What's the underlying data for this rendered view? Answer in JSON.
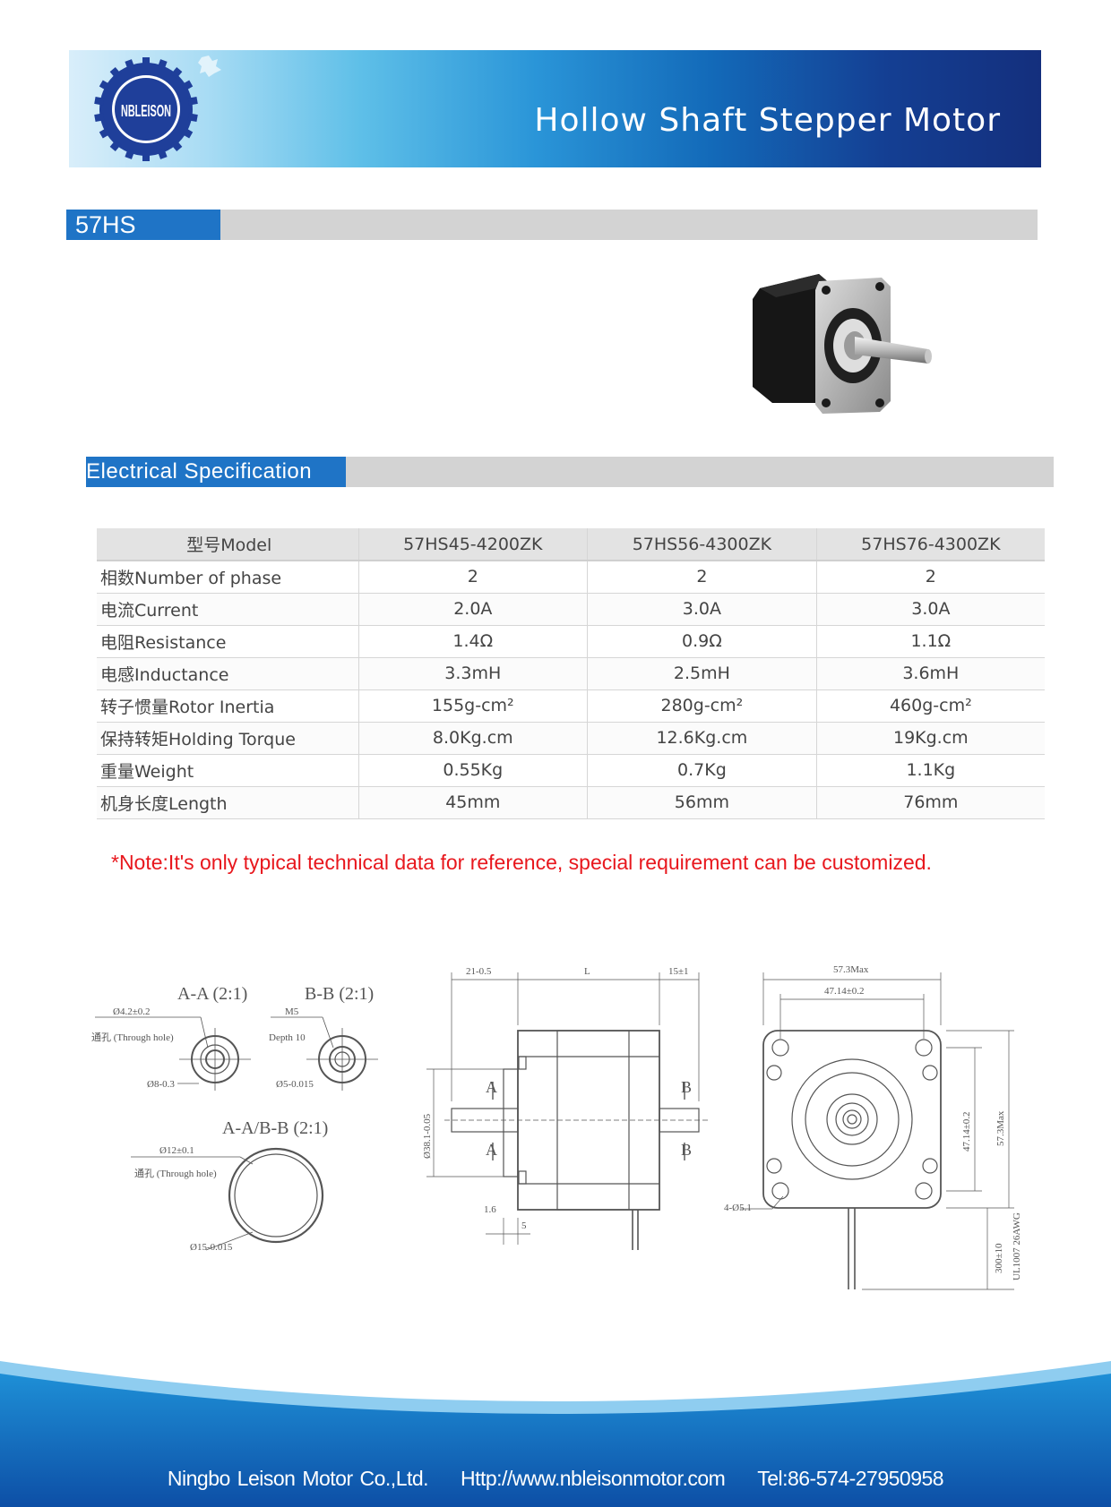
{
  "header": {
    "logo_text": "NBLEISON",
    "title": "Hollow Shaft Stepper Motor"
  },
  "series": {
    "name": "57HS"
  },
  "electrical": {
    "section_title": "Electrical Specification",
    "columns": [
      "型号Model",
      "57HS45-4200ZK",
      "57HS56-4300ZK",
      "57HS76-4300ZK"
    ],
    "rows": [
      {
        "label": "相数Number of phase",
        "values": [
          "2",
          "2",
          "2"
        ]
      },
      {
        "label": "电流Current",
        "values": [
          "2.0A",
          "3.0A",
          "3.0A"
        ]
      },
      {
        "label": "电阻Resistance",
        "values": [
          "1.4Ω",
          "0.9Ω",
          "1.1Ω"
        ]
      },
      {
        "label": "电感Inductance",
        "values": [
          "3.3mH",
          "2.5mH",
          "3.6mH"
        ]
      },
      {
        "label": "转子惯量Rotor Inertia",
        "values": [
          "155g-cm²",
          "280g-cm²",
          "460g-cm²"
        ]
      },
      {
        "label": "保持转矩Holding Torque",
        "values": [
          "8.0Kg.cm",
          "12.6Kg.cm",
          "19Kg.cm"
        ]
      },
      {
        "label": "重量Weight",
        "values": [
          "0.55Kg",
          "0.7Kg",
          "1.1Kg"
        ]
      },
      {
        "label": "机身长度Length",
        "values": [
          "45mm",
          "56mm",
          "76mm"
        ]
      }
    ]
  },
  "note": "*Note:It's only typical technical data for reference, special requirement can be customized.",
  "drawing": {
    "aa": "A-A (2:1)",
    "bb": "B-B (2:1)",
    "aabb": "A-A/B-B (2:1)",
    "aa_dim1": "Ø4.2±0.2",
    "aa_dim2": "通孔 (Through hole)",
    "aa_dim3": "Ø8-0.3",
    "bb_dim1": "M5",
    "bb_dim2": "Depth 10",
    "bb_dim3": "Ø5-0.015",
    "aabb_dim1": "Ø12±0.1",
    "aabb_dim2": "通孔 (Through hole)",
    "aabb_dim3": "Ø15-0.015",
    "side_top1": "21-0.5",
    "side_top2": "L",
    "side_top3": "15±1",
    "side_left": "Ø38.1-0.05",
    "side_b1": "1.6",
    "side_b2": "5",
    "sec_a": "A",
    "sec_b": "B",
    "front_top1": "57.3Max",
    "front_top2": "47.14±0.2",
    "front_r1": "47.14±0.2",
    "front_r2": "57.3Max",
    "front_holes": "4-Ø5.1",
    "front_lead1": "300±10",
    "front_lead2": "UL1007 26AWG"
  },
  "footer": {
    "company": "Ningbo Leison Motor Co.,Ltd.",
    "url": "Http://www.nbleisonmotor.com",
    "tel": "Tel:86-574-27950958"
  },
  "colors": {
    "accent_blue": "#1f74c6",
    "note_red": "#e8171d",
    "banner_dark": "#142f7d"
  }
}
